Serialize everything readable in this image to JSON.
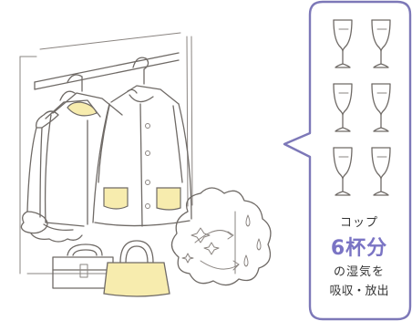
{
  "callout": {
    "unit_label": "コップ",
    "amount": "6杯分",
    "line3": "の湿気を",
    "line4": "吸収・放出"
  },
  "colors": {
    "bubble_border": "#7d78b8",
    "amount_text": "#7a74c4",
    "coat_accent_yellow": "#f7ecae",
    "line_ink": "#6f6a66"
  },
  "glass_count": 6
}
